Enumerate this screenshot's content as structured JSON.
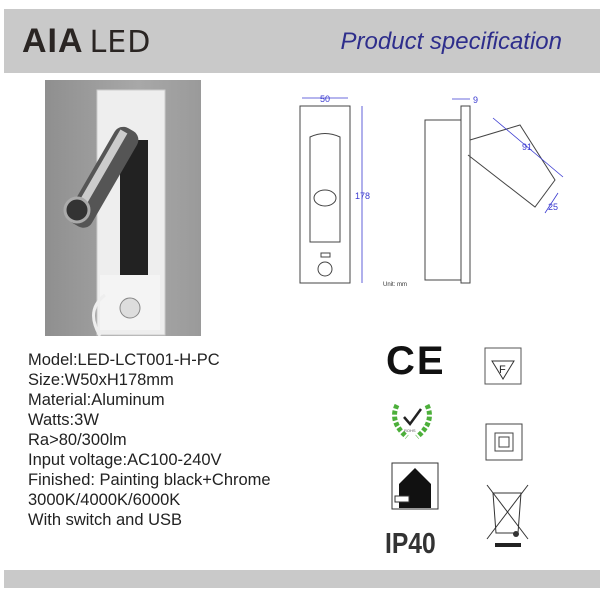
{
  "header": {
    "brand": "AIA",
    "brand_suffix": "LED",
    "title": "Product specification"
  },
  "drawing": {
    "width": "50",
    "height": "178",
    "depth": "9",
    "arm_length": "91",
    "head_dia": "25",
    "unit": "Unit: mm"
  },
  "specs": [
    "Model:LED-LCT001-H-PC",
    "Size:W50xH178mm",
    "Material:Aluminum",
    "Watts:3W",
    "Ra>80/300lm",
    "Input voltage:AC100-240V",
    "Finished: Painting black+Chrome",
    "3000K/4000K/6000K",
    "With switch and USB"
  ],
  "certs": {
    "ce": "CE",
    "f_mark": "F",
    "rohs": "ROHS",
    "ip": "IP40"
  },
  "colors": {
    "header_bg": "#c9c9c9",
    "title": "#2e2e8c",
    "dimension": "#3a3ad0",
    "rohs_green": "#4caf3a"
  }
}
